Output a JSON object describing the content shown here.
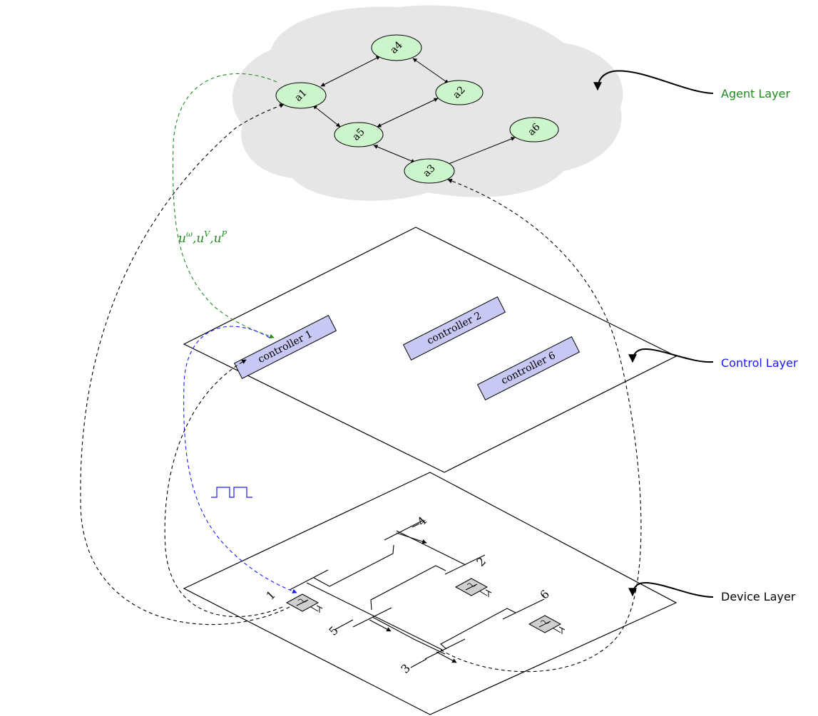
{
  "layers": {
    "agent": {
      "label": "Agent Layer",
      "color": "#1f8a1f"
    },
    "control": {
      "label": "Control Layer",
      "color": "#1a1aff"
    },
    "device": {
      "label": "Device Layer",
      "color": "#000000"
    }
  },
  "agents": [
    "a1",
    "a2",
    "a3",
    "a4",
    "a5",
    "a6"
  ],
  "controllers": [
    "controller 1",
    "controller 2",
    "controller 6"
  ],
  "buses": [
    "1",
    "2",
    "3",
    "4",
    "5",
    "6"
  ],
  "control_signal": {
    "text": "uω,uV,uP",
    "color": "#1f8a1f"
  },
  "colors": {
    "agent_fill": "#ccf5cc",
    "controller_fill": "#c8c8f5",
    "cloud_fill": "#e6e6e6",
    "generator_fill": "#cfcfcf"
  }
}
